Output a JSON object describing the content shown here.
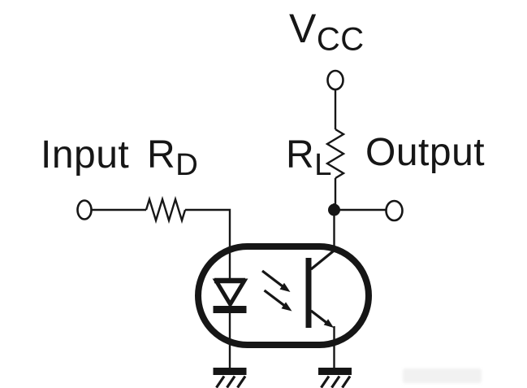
{
  "meta": {
    "description": "Optocoupler input/output circuit schematic"
  },
  "labels": {
    "input": "Input",
    "rd": {
      "base": "R",
      "sub": "D"
    },
    "vcc": {
      "base": "V",
      "sub": "CC"
    },
    "rl": {
      "base": "R",
      "sub": "L"
    },
    "output": "Output"
  },
  "symbols": {
    "input_terminal": "open-circle-terminal",
    "vcc_terminal": "open-circle-terminal",
    "output_terminal": "open-circle-terminal",
    "rd_resistor": "zigzag-resistor-horizontal",
    "rl_resistor": "zigzag-resistor-vertical",
    "optocoupler_body": "stadium-outline",
    "led": "diode-pointing-down-with-cathode-bar",
    "light_emission": "two-arrows-down-right",
    "phototransistor": "npn-phototransistor",
    "ground_left": "earth-ground",
    "ground_right": "earth-ground",
    "output_junction": "filled-dot"
  },
  "colors": {
    "line": "#161616",
    "background": "#ffffff",
    "watermark": "#f1f1f1"
  }
}
